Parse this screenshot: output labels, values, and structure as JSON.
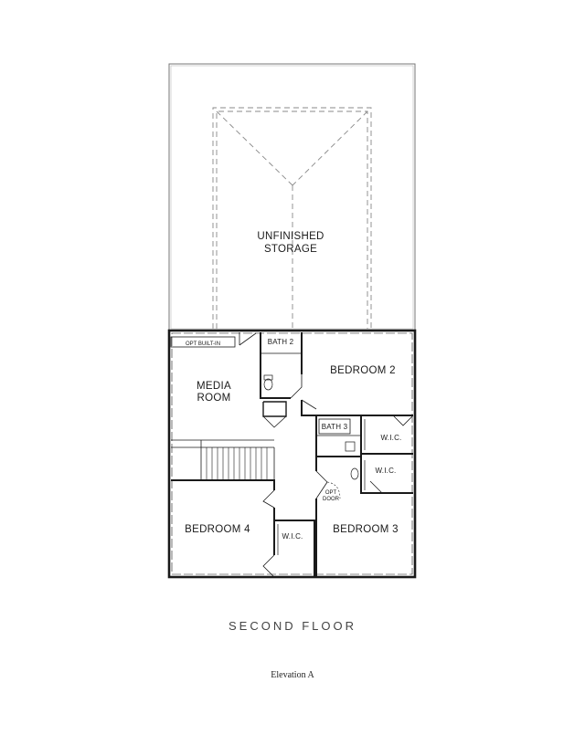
{
  "plan": {
    "rooms": {
      "unfinished_storage": [
        "UNFINISHED",
        "STORAGE"
      ],
      "opt_built_in": "OPT BUILT-IN",
      "bath2": "BATH 2",
      "bedroom2": "BEDROOM 2",
      "media_room": [
        "MEDIA",
        "ROOM"
      ],
      "bath3": "BATH 3",
      "wic_bed2": "W.I.C.",
      "wic_bed3": "W.I.C.",
      "opt_door": [
        "OPT",
        "DOOR"
      ],
      "bedroom4": "BEDROOM 4",
      "wic_bed4": "W.I.C.",
      "bedroom3": "BEDROOM 3"
    }
  },
  "captions": {
    "floor_title": "SECOND FLOOR",
    "elevation": "Elevation A"
  }
}
